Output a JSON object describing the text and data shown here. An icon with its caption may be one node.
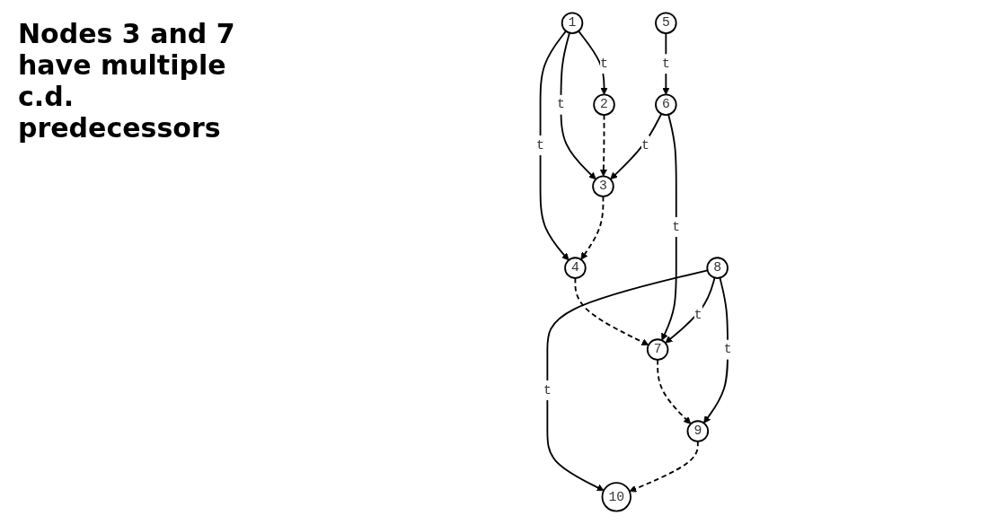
{
  "diagram": {
    "title": "Nodes 3 and 7 have multiple c.d. predecessors",
    "nodes": [
      {
        "text": [
          "1"
        ]
      },
      {
        "text": [
          "2"
        ]
      },
      {
        "text": [
          "3"
        ]
      },
      {
        "text": [
          "4"
        ]
      },
      {
        "text": [
          "5"
        ]
      },
      {
        "text": [
          "6"
        ]
      },
      {
        "text": [
          "7"
        ]
      },
      {
        "text": [
          "8"
        ]
      },
      {
        "text": [
          "9"
        ]
      },
      {
        "text": [
          "10"
        ]
      }
    ],
    "edges": [
      {
        "from": 0,
        "to": 1,
        "arrow": "to",
        "label": "t"
      },
      {
        "from": 0,
        "to": 2,
        "arrow": "to",
        "label": "t"
      },
      {
        "from": 0,
        "to": 3,
        "arrow": "to",
        "label": "t"
      },
      {
        "from": 1,
        "to": 2,
        "arrow": "to",
        "style": "dashed"
      },
      {
        "from": 2,
        "to": 3,
        "arrow": "to",
        "style": "dashed"
      },
      {
        "from": 3,
        "to": 6,
        "arrow": "to",
        "style": "dashed"
      },
      {
        "from": 4,
        "to": 5,
        "arrow": "to",
        "label": "t"
      },
      {
        "from": 5,
        "to": 6,
        "arrow": "to",
        "label": "t"
      },
      {
        "from": 5,
        "to": 2,
        "arrow": "to",
        "label": "t"
      },
      {
        "from": 6,
        "to": 8,
        "arrow": "to",
        "style": "dashed"
      },
      {
        "from": 7,
        "to": 8,
        "arrow": "to",
        "label": "t"
      },
      {
        "from": 7,
        "to": 9,
        "arrow": "to",
        "label": "t"
      },
      {
        "from": 7,
        "to": 6,
        "arrow": "to",
        "label": "t"
      },
      {
        "from": 8,
        "to": 9,
        "arrow": "to",
        "style": "dashed"
      }
    ]
  }
}
